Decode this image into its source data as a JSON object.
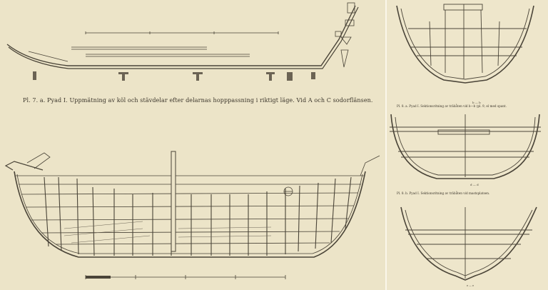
{
  "captions": {
    "top": "Pl. 7. a. Pyad I. Uppmätning av köl och stävdelar efter delarnas hopppassning i riktigt läge. Vid A och C sodorflänsen.",
    "small_1": "Pl. 8. a. Pyad I. Sektionsritning av träbåten vid b—b (pl. 9, el med spant.",
    "small_2": "Pl. 8. b. Pyad I. Sektionsritning av träbåten vid mastsplatsen."
  },
  "section_labels": {
    "a": "b — b",
    "b": "d — d",
    "c": "e — e"
  },
  "colors": {
    "paper": "#ece4c8",
    "ink": "#4a4438"
  }
}
